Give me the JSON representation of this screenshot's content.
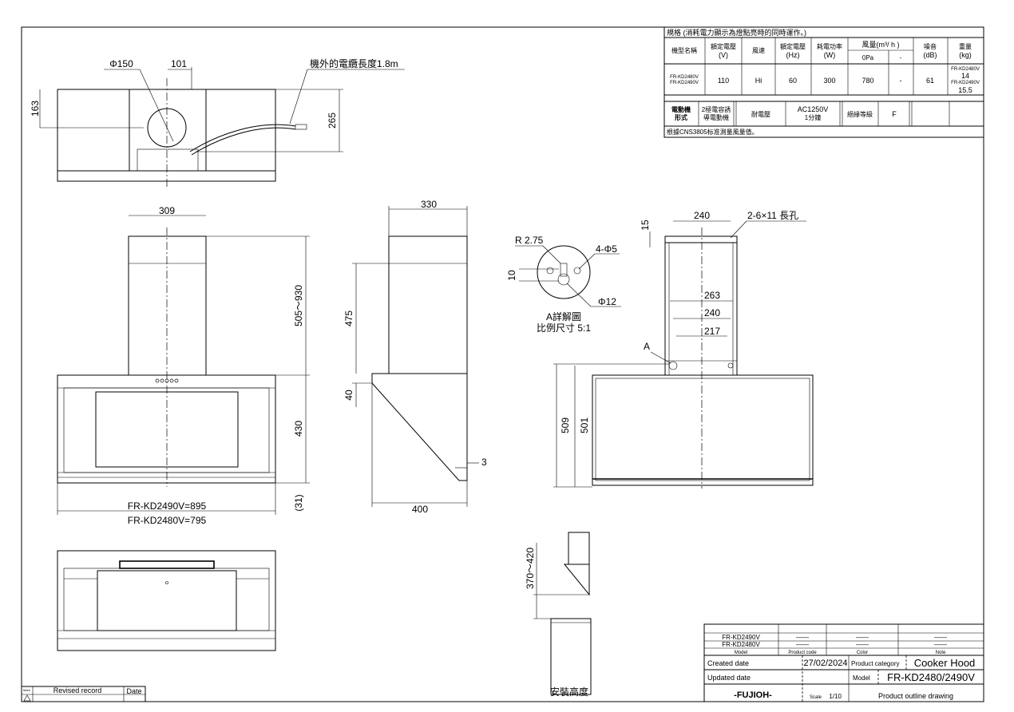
{
  "spec_table": {
    "title": "規格 (消耗電力顯示為燈點亮時的同時運作。)",
    "headers": {
      "model_name": "機型名稱",
      "voltage": [
        "額定電壓",
        "(V)"
      ],
      "speed": "風速",
      "frequency": [
        "額定電壓",
        "(Hz)"
      ],
      "power": [
        "耗電功率",
        "(W)"
      ],
      "airflow": "風量(m³/ h )",
      "airflow_sub": [
        "0Pa",
        "-"
      ],
      "noise": [
        "噪音",
        "(dB)"
      ],
      "weight": [
        "重量",
        "(kg)"
      ]
    },
    "row": {
      "models": [
        "FR-KD2480V",
        "FR-KD2490V"
      ],
      "voltage": "110",
      "speed": "Hi",
      "frequency": "60",
      "power": "300",
      "airflow_0pa": "780",
      "airflow_other": "-",
      "noise": "61",
      "weight_model_a": "FR-KD2480V",
      "weight_a": "14",
      "weight_model_b": "FR-KD2490V",
      "weight_b": "15.5"
    },
    "motor": {
      "label": [
        "電動機",
        "形式"
      ],
      "type": [
        "2極電容誘",
        "導電動機"
      ],
      "withstand_label": "耐電壓",
      "withstand": [
        "AC1250V",
        "1分鐘"
      ],
      "insulation_label": "絕緣等級",
      "insulation": "F"
    },
    "note": "根據CNS3805标准測量風量值。"
  },
  "top_view": {
    "dim_duct": "Φ150",
    "dim_offset": "101",
    "dim_depth": "163",
    "dim_cable_h": "265",
    "cable_note": "機外的電纜長度1.8m"
  },
  "front_view": {
    "dim_duct_width": "309",
    "dim_duct_height": "505～930",
    "dim_body_height": "430",
    "dim_bottom": "(31)",
    "width_2490": "FR-KD2490V=895",
    "width_2480": "FR-KD2480V=795"
  },
  "side_view": {
    "dim_depth_top": "330",
    "dim_475": "475",
    "dim_40": "40",
    "dim_3": "3",
    "dim_depth_bottom": "400"
  },
  "detail_a": {
    "r": "R 2.75",
    "holes": "4-Φ5",
    "dim_10": "10",
    "dia": "Φ12",
    "title": "A詳解圖",
    "scale": "比例尺寸 5:1"
  },
  "back_view": {
    "dim_240_top": "240",
    "slot": "2-6×11 長孔",
    "dim_15": "15",
    "dim_263": "263",
    "dim_240": "240",
    "dim_217": "217",
    "label_a": "A",
    "dim_509": "509",
    "dim_501": "501"
  },
  "install": {
    "dim": "370～420",
    "caption": "安裝高度"
  },
  "revision": {
    "mark": "Mark",
    "record": "Revised record",
    "date": "Date"
  },
  "title_block": {
    "models": [
      "FR-KD2490V",
      "FR-KD2480V"
    ],
    "dash": "——",
    "col_model": "Model",
    "col_code": "Product code",
    "col_color": "Color",
    "col_note": "Note",
    "created_label": "Created date",
    "created": "27/02/2024",
    "category_label": "Product category",
    "category": "Cooker Hood",
    "updated_label": "Updated date",
    "model_label": "Model",
    "model": "FR-KD2480/2490V",
    "brand": "-FUJIOH-",
    "scale_label": "Scale",
    "scale": "1/10",
    "drawing_type": "Product outline drawing"
  }
}
